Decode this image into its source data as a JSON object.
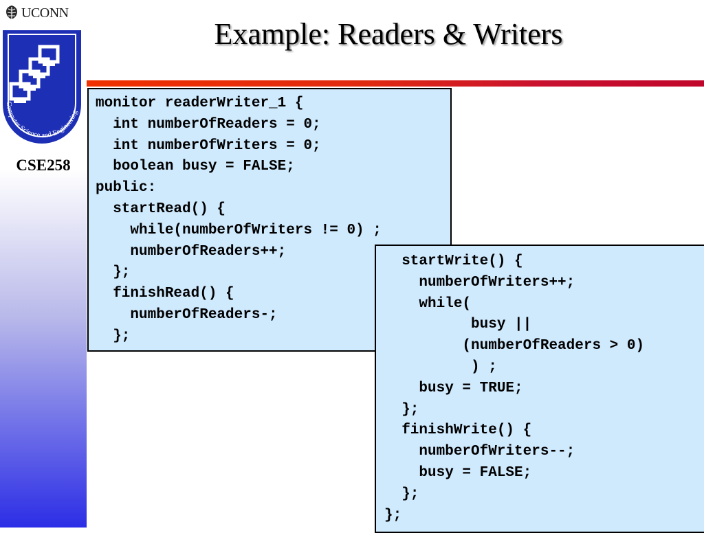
{
  "sidebar": {
    "university": "UCONN",
    "logo_text": "Computer Science and Engineering",
    "course": "CSE258"
  },
  "slide": {
    "title": "Example: Readers & Writers"
  },
  "code_left": {
    "lines": [
      "monitor readerWriter_1 {",
      "  int numberOfReaders = 0;",
      "  int numberOfWriters = 0;",
      "  boolean busy = FALSE;",
      "public:",
      "  startRead() {",
      "    while(numberOfWriters != 0) ;",
      "    numberOfReaders++;",
      "  };",
      "  finishRead() {",
      "    numberOfReaders-;",
      "  };"
    ]
  },
  "code_right": {
    "lines": [
      "  startWrite() {",
      "    numberOfWriters++;",
      "    while(",
      "          busy ||",
      "         (numberOfReaders > 0)",
      "          ) ;",
      "    busy = TRUE;",
      "  };",
      "  finishWrite() {",
      "    numberOfWriters--;",
      "    busy = FALSE;",
      "  };",
      "};"
    ]
  },
  "colors": {
    "code_background": "#cfe9fd",
    "accent_rule": "#e02a10",
    "sidebar_gradient_end": "#2c2ee6",
    "logo_blue": "#1d2fb5"
  }
}
